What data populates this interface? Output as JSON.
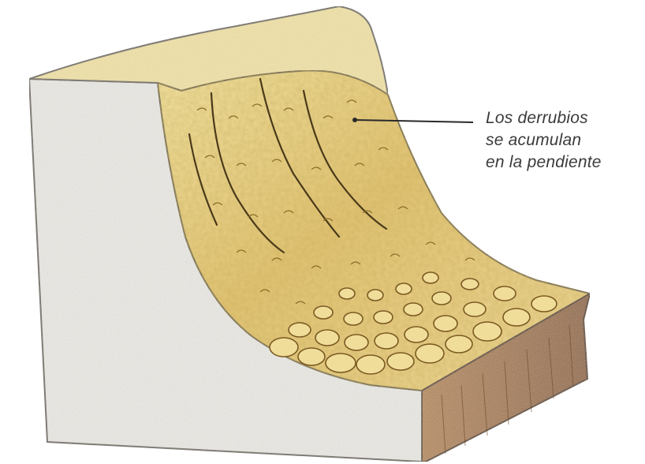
{
  "annotation": {
    "lines": [
      "Los derrubios",
      "se acumulan",
      "en la pendiente"
    ]
  },
  "colors": {
    "background": "#ffffff",
    "rock_face": "#ecebe7",
    "debris": "#d9b85c",
    "debris_dark": "#9c7a2a",
    "soil_side": "#a5784a",
    "top_surface": "#f2e2a2",
    "label_text": "#3b3b3b"
  }
}
